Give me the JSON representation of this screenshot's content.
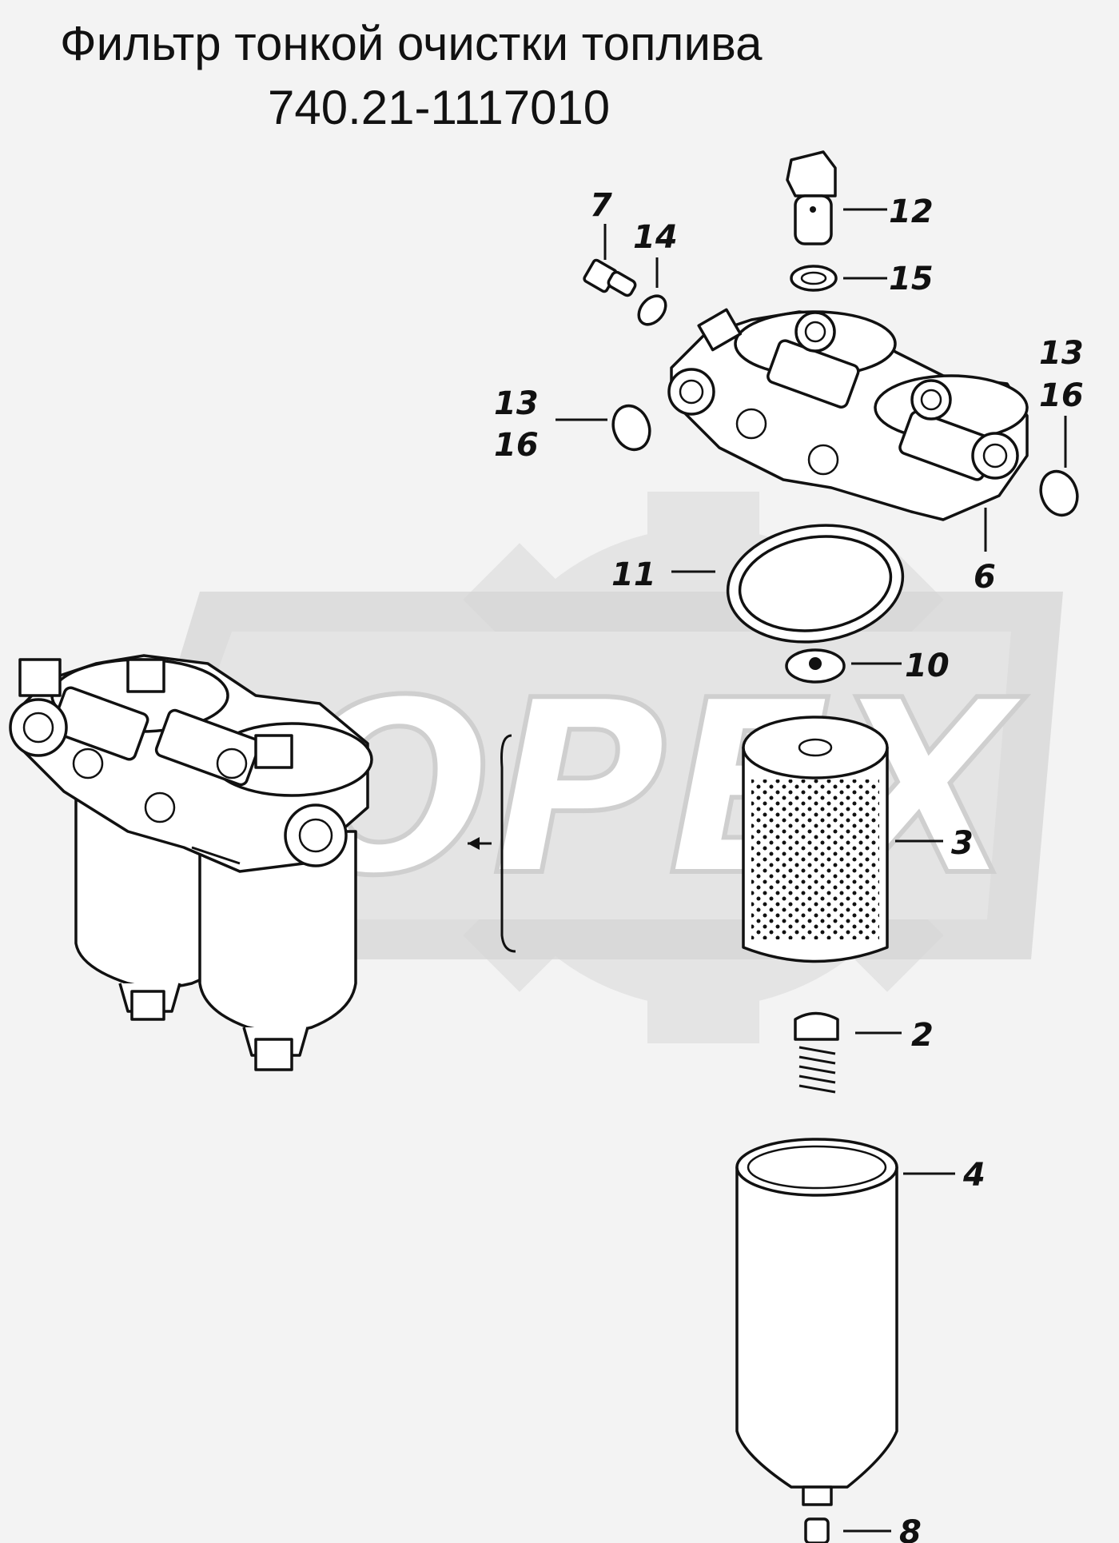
{
  "title": {
    "line1": "Фильтр тонкой очистки топлива",
    "line2": "740.21-1117010"
  },
  "watermark": {
    "text": "OPEX"
  },
  "callouts": {
    "c7": "7",
    "c14": "14",
    "c12": "12",
    "c15": "15",
    "c13_left": "13",
    "c16_left": "16",
    "c13_right": "13",
    "c16_right": "16",
    "c11": "11",
    "c6": "6",
    "c10": "10",
    "c3": "3",
    "c2": "2",
    "c4": "4",
    "c8": "8"
  },
  "colors": {
    "background": "#f3f3f3",
    "ink": "#111111",
    "watermark": "#d6d6d6"
  }
}
